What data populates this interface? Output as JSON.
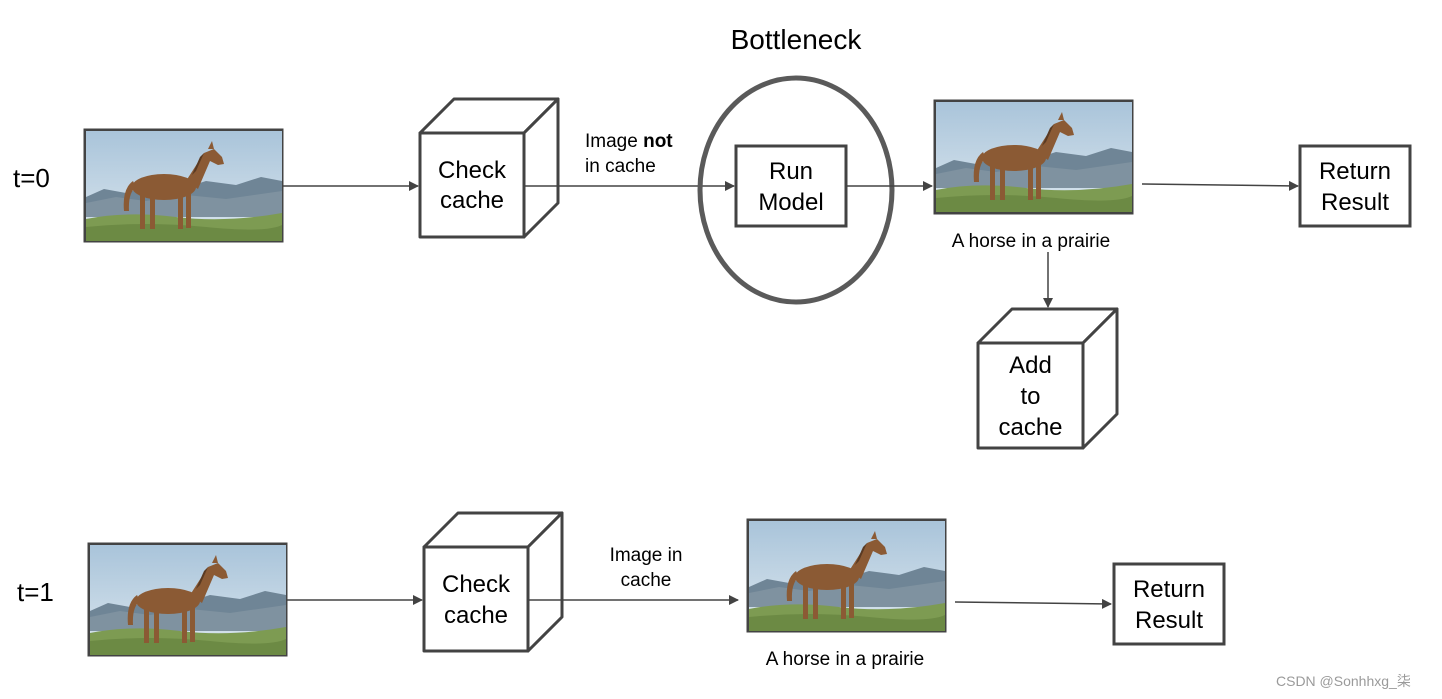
{
  "title": "Bottleneck",
  "rows": [
    {
      "time_label": "t=0",
      "check_label": [
        "Check",
        "cache"
      ],
      "edge_label_pre": "Image ",
      "edge_label_bold": "not",
      "edge_label_line2": "in cache",
      "run_label": [
        "Run",
        "Model"
      ],
      "caption": "A horse in a prairie",
      "return_label": [
        "Return",
        "Result"
      ],
      "add_label": [
        "Add",
        "to",
        "cache"
      ]
    },
    {
      "time_label": "t=1",
      "check_label": [
        "Check",
        "cache"
      ],
      "edge_label": [
        "Image in",
        "cache"
      ],
      "caption": "A horse in a prairie",
      "return_label": [
        "Return",
        "Result"
      ]
    }
  ],
  "watermark": "CSDN @Sonhhxg_柒",
  "colors": {
    "stroke": "#434343",
    "sky": "#b9cfe0",
    "mountain": "#6f8596",
    "grass": "#7d9b52",
    "horse": "#8b5a34"
  }
}
